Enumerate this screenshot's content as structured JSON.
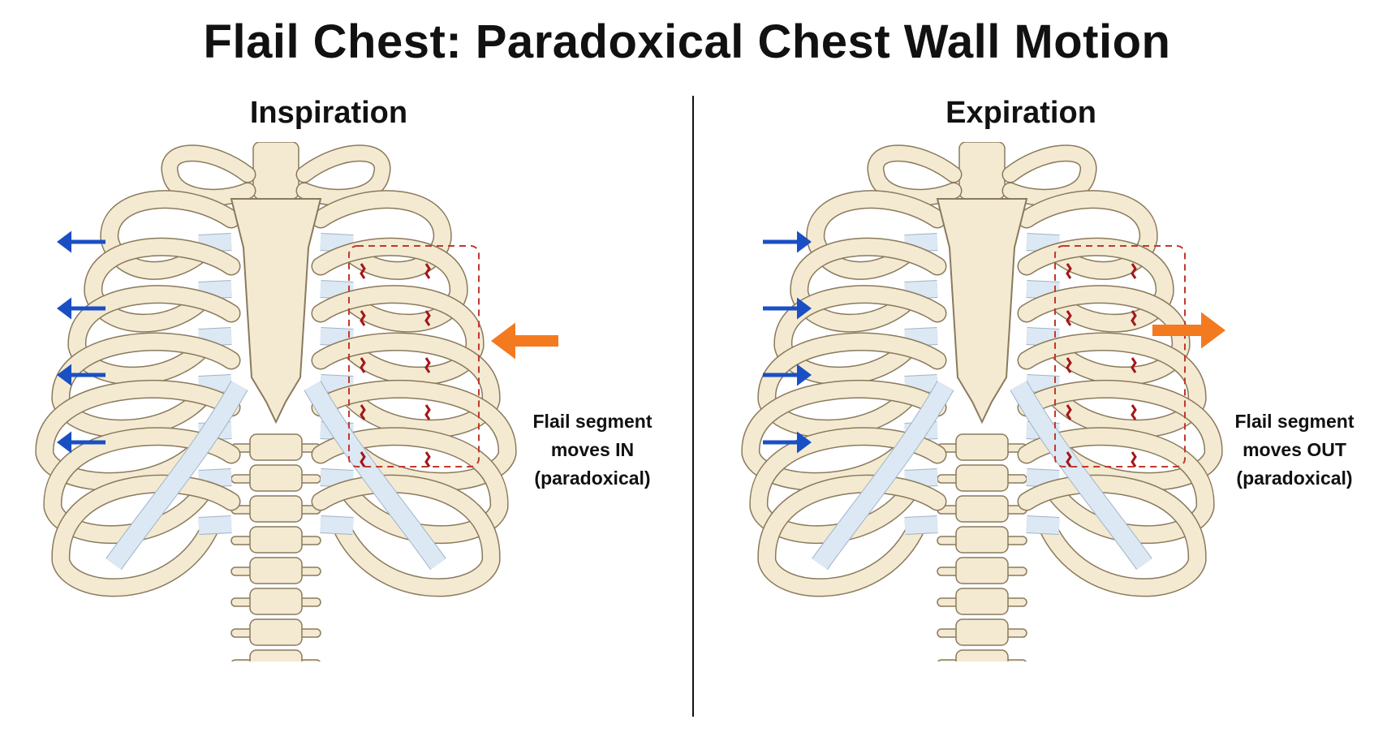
{
  "title": "Flail Chest: Paradoxical Chest Wall Motion",
  "panels": [
    {
      "heading": "Inspiration",
      "caption": [
        "Flail segment",
        "moves IN",
        "(paradoxical)"
      ],
      "chest_arrows_direction": "left",
      "flail_arrow_direction": "left"
    },
    {
      "heading": "Expiration",
      "caption": [
        "Flail segment",
        "moves OUT",
        "(paradoxical)"
      ],
      "chest_arrows_direction": "right",
      "flail_arrow_direction": "right"
    }
  ],
  "colors": {
    "bone": "#f4ead2",
    "bone_outline": "#8a7a5c",
    "cartilage": "#dce8f3",
    "chest_arrow": "#1a4fc4",
    "flail_arrow": "#f47a1f",
    "fracture_box": "#c0392b",
    "fracture_mark": "#a4161a"
  }
}
